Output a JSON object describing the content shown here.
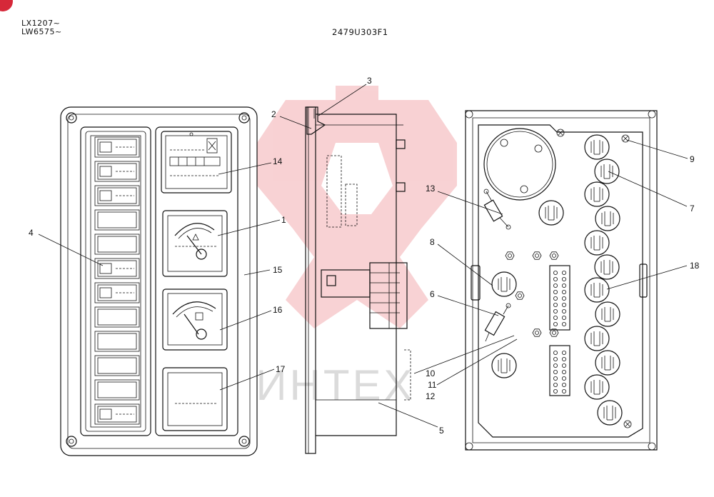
{
  "header": {
    "model_line_1": "LX1207~",
    "model_line_2": "LW6575~",
    "drawing_number": "2479U303F1"
  },
  "watermark": {
    "text": "ИНТЕХ",
    "color": "#e0323a"
  },
  "callouts": [
    "1",
    "2",
    "3",
    "4",
    "5",
    "6",
    "7",
    "8",
    "9",
    "10",
    "11",
    "12",
    "13",
    "14",
    "15",
    "16",
    "17",
    "18"
  ],
  "colors": {
    "line": "#111111",
    "accent": "#d62839"
  }
}
